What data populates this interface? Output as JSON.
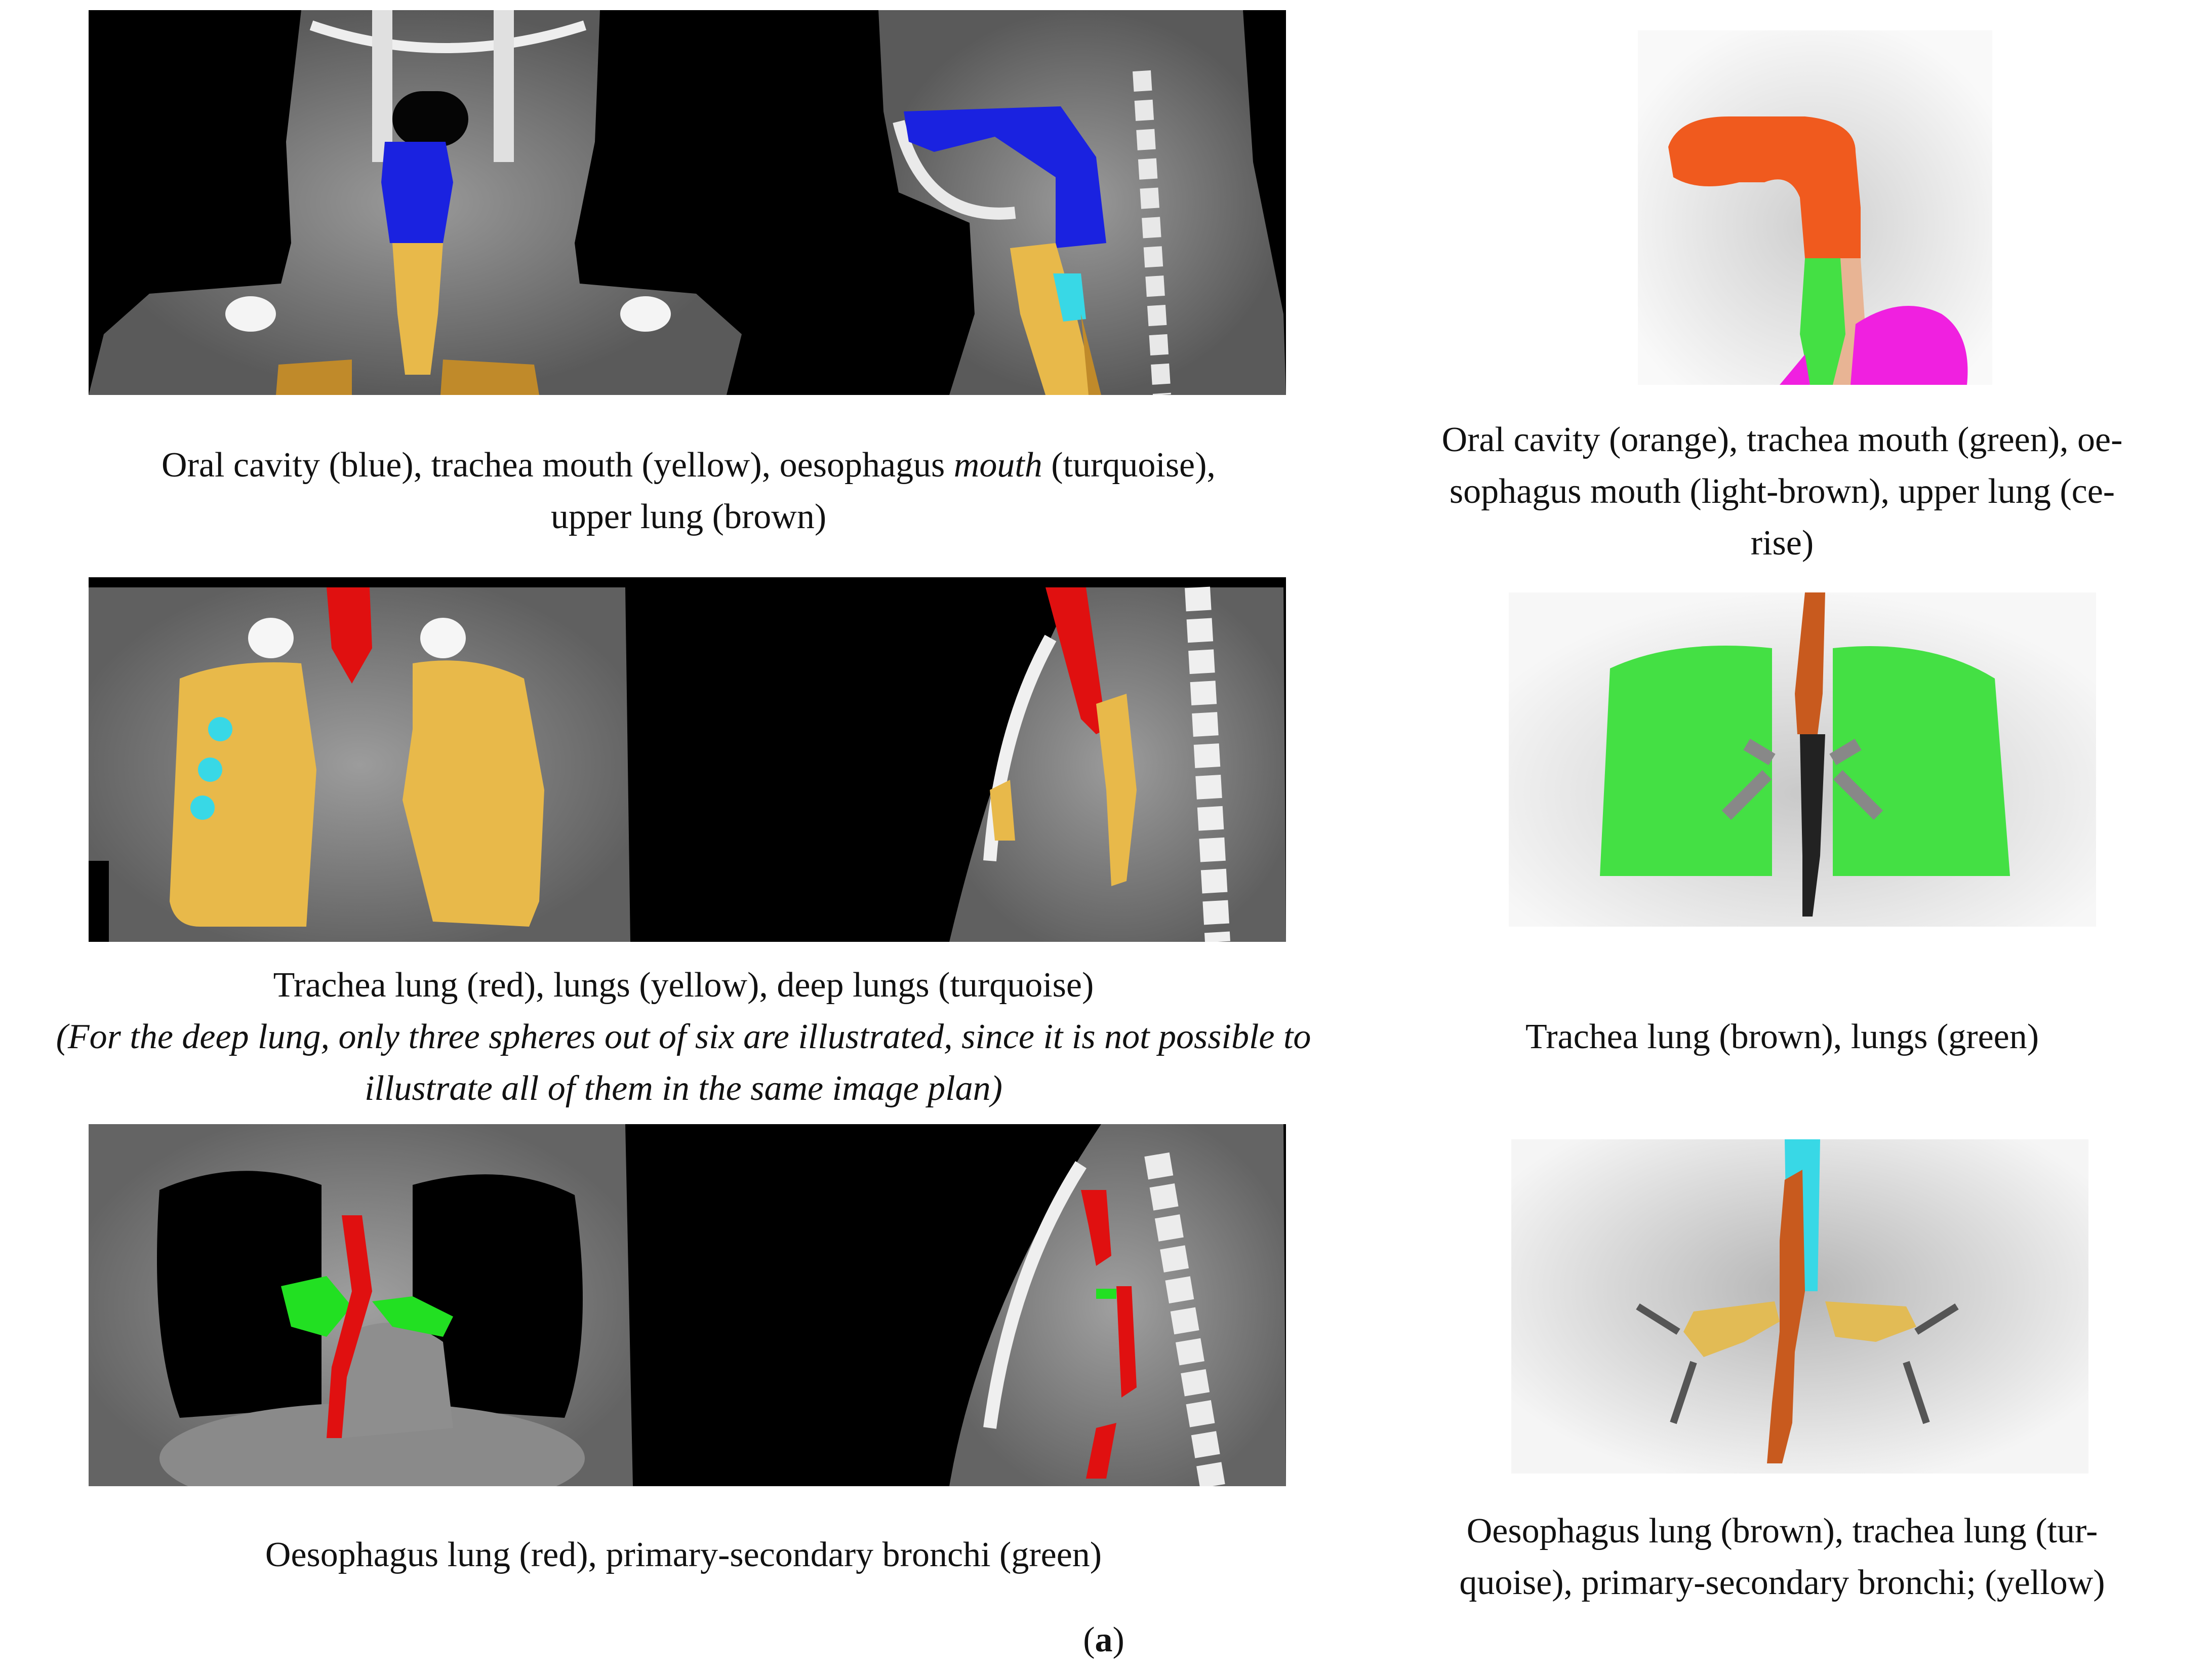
{
  "figure": {
    "sublabel_open": "(",
    "sublabel_letter": "a",
    "sublabel_close": ")"
  },
  "rows": [
    {
      "left_caption_line1_a": "Oral cavity (blue), trachea mouth (yellow), oesophagus ",
      "left_caption_line1_em": "mouth",
      "left_caption_line1_b": " (turquoise),",
      "left_caption_line2": "upper lung (brown)",
      "right_caption_line1": "Oral cavity (orange), trachea mouth (green), oe-",
      "right_caption_line2": "sophagus mouth (light-brown), upper lung (ce-",
      "right_caption_line3": "rise)"
    },
    {
      "left_caption_line1": "Trachea lung (red), lungs (yellow), deep lungs (turquoise)",
      "left_note_line1": "(For the deep lung, only three spheres out of six are illustrated, since it is not possible to",
      "left_note_line2": "illustrate all of them in the same image plan)",
      "right_caption_line1": "Trachea lung (brown), lungs (green)"
    },
    {
      "left_caption_line1": "Oesophagus lung (red), primary-secondary bronchi (green)",
      "right_caption_line1": "Oesophagus lung (brown), trachea lung (tur-",
      "right_caption_line2": "quoise), primary-secondary bronchi; (yellow)"
    }
  ],
  "colors": {
    "blue": "#1a22e0",
    "yellow": "#e8b94a",
    "turquoise": "#38d8e6",
    "brown": "#c08a2a",
    "red": "#e01010",
    "green": "#22e022",
    "orange": "#f05a1e",
    "light_brown": "#e8b494",
    "cerise": "#f020e0",
    "mip_brown": "#c85a1e",
    "mip_green": "#44e044",
    "mip_yellow": "#e2bb55"
  }
}
